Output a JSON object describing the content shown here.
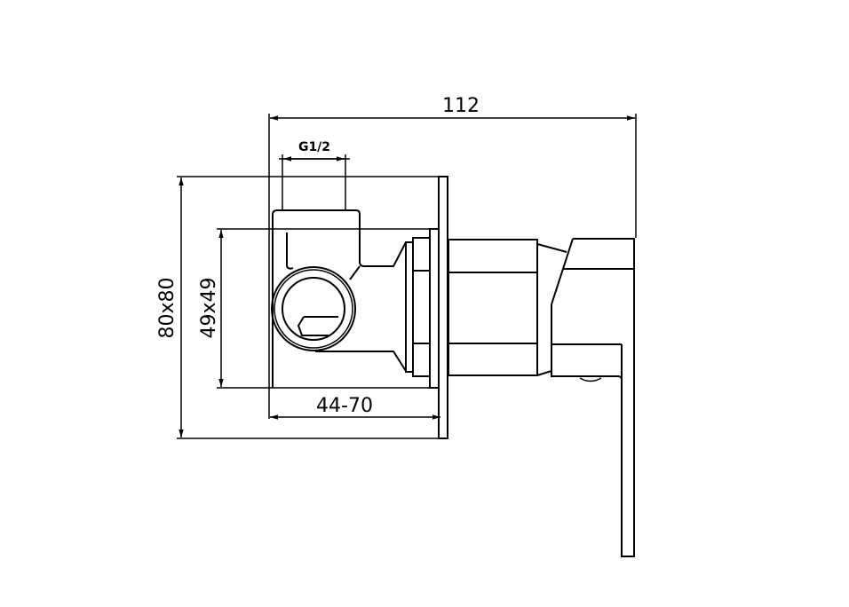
{
  "drawing": {
    "dimensions": {
      "overall_depth": "112",
      "thread": "G1/2",
      "plate_size": "80x80",
      "box_size": "49x49",
      "install_depth": "44-70"
    },
    "colors": {
      "line": "#000000",
      "background": "#ffffff"
    }
  }
}
